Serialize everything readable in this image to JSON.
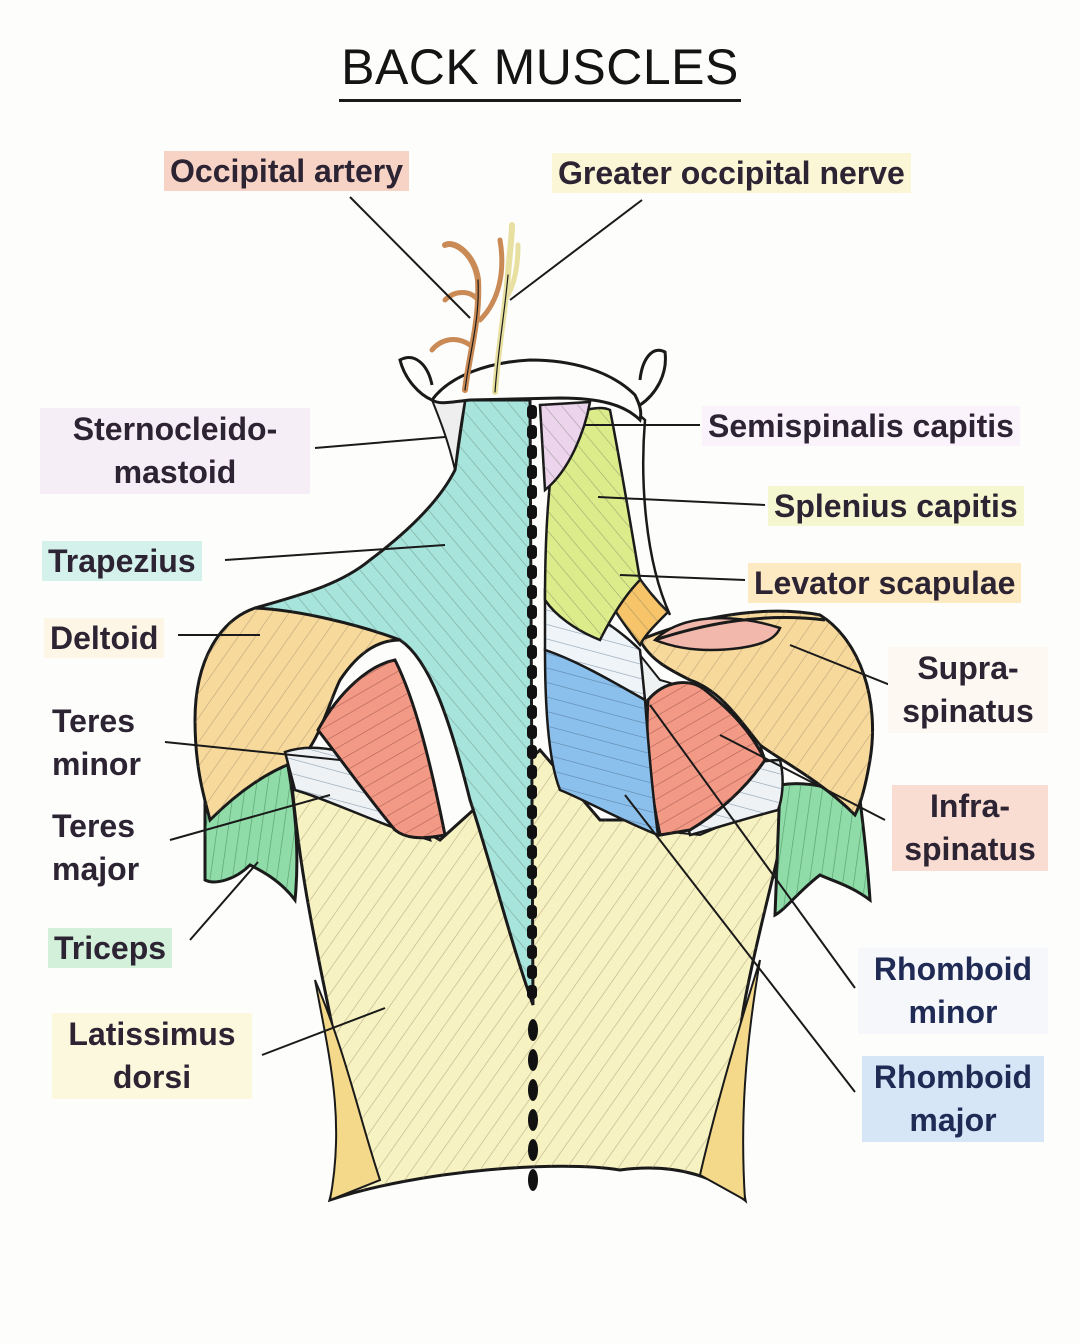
{
  "title": "BACK MUSCLES",
  "colors": {
    "trapezius": "#a6e4dc",
    "latissimus": "#f7f2c2",
    "deltoid": "#f7d99c",
    "infraspinatus": "#f39a87",
    "triceps": "#8fdca8",
    "rhomboid_major": "#8cc0ec",
    "rhomboid_minor": "#eef4f8",
    "levator": "#f7c46a",
    "splenius": "#dcec8a",
    "semispinalis": "#ecd4ec",
    "supraspinatus": "#f2b8ac",
    "spine": "#111111"
  },
  "labels": {
    "occipital_artery": "Occipital artery",
    "greater_occipital_nerve": "Greater occipital nerve",
    "sternocleidomastoid_1": "Sternocleido-",
    "sternocleidomastoid_2": "mastoid",
    "trapezius": "Trapezius",
    "deltoid": "Deltoid",
    "teres_minor_1": "Teres",
    "teres_minor_2": "minor",
    "teres_major_1": "Teres",
    "teres_major_2": "major",
    "triceps": "Triceps",
    "latissimus_1": "Latissimus",
    "latissimus_2": "dorsi",
    "semispinalis": "Semispinalis capitis",
    "splenius": "Splenius capitis",
    "levator": "Levator scapulae",
    "supraspinatus_1": "Supra-",
    "supraspinatus_2": "spinatus",
    "infraspinatus_1": "Infra-",
    "infraspinatus_2": "spinatus",
    "rhomboid_minor_1": "Rhomboid",
    "rhomboid_minor_2": "minor",
    "rhomboid_major_1": "Rhomboid",
    "rhomboid_major_2": "major"
  }
}
